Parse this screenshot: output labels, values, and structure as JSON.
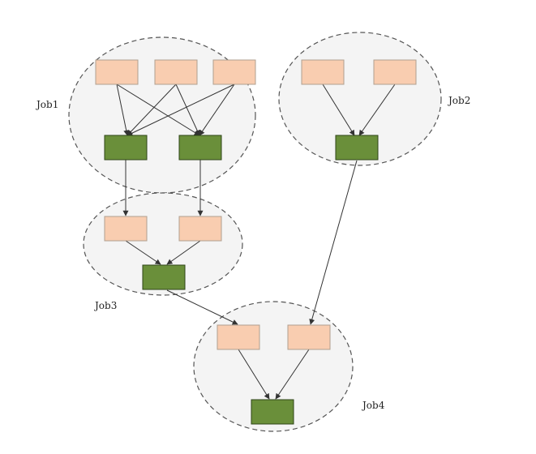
{
  "diagram": {
    "jobs": [
      {
        "id": "job1",
        "label": "Job1"
      },
      {
        "id": "job2",
        "label": "Job2"
      },
      {
        "id": "job3",
        "label": "Job3"
      },
      {
        "id": "job4",
        "label": "Job4"
      }
    ],
    "colors": {
      "ellipse_fill": "#f4f4f4",
      "ellipse_stroke": "#555555",
      "input_fill": "#f9cdb0",
      "input_stroke": "#b0a090",
      "output_fill": "#6a8f3a",
      "output_stroke": "#2e4417",
      "edge": "#333333"
    }
  }
}
